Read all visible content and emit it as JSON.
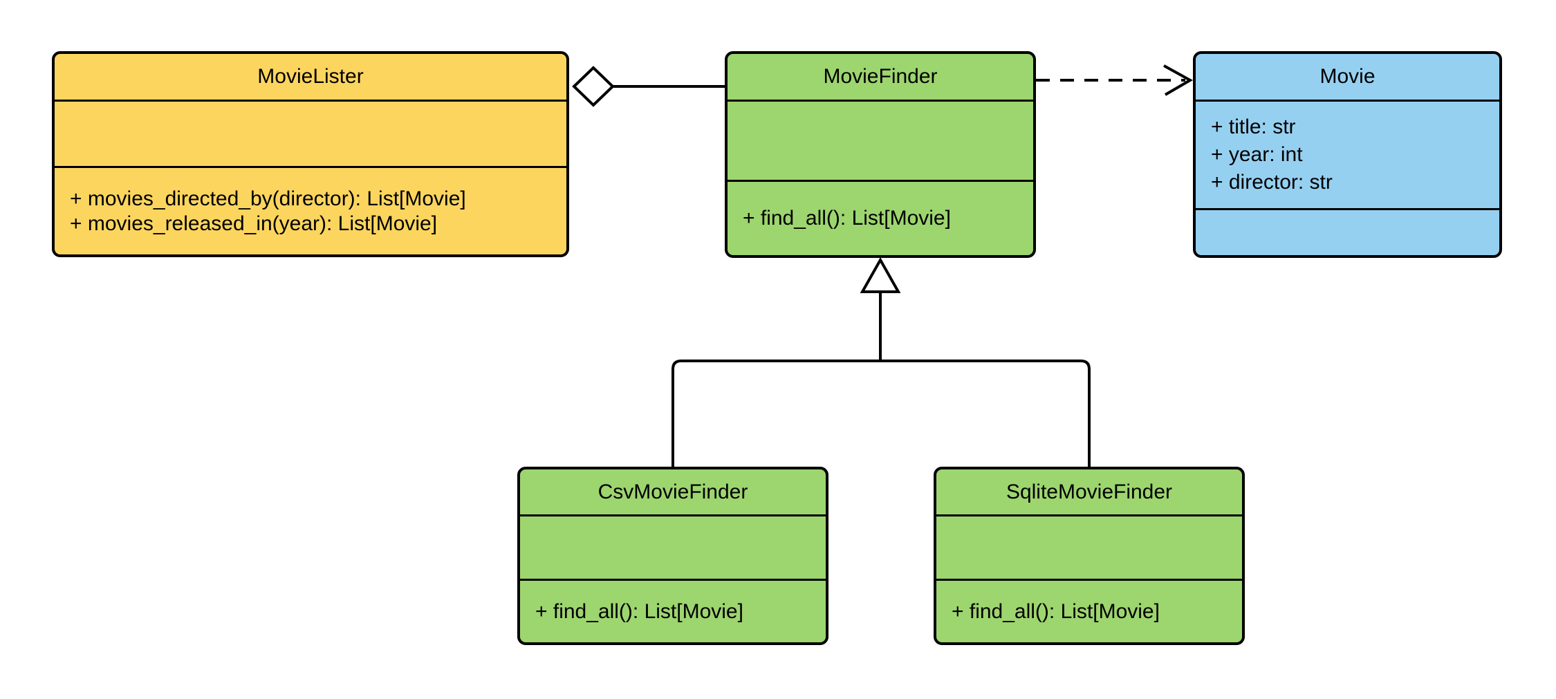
{
  "diagram": {
    "type": "uml-class-diagram",
    "background_color": "#FFFFFF",
    "line_color": "#000000",
    "classes": [
      {
        "id": "movie-lister",
        "name": "MovieLister",
        "color": "#FCD55F",
        "attributes": [],
        "methods": [
          "+ movies_directed_by(director): List[Movie]",
          "+ movies_released_in(year): List[Movie]"
        ]
      },
      {
        "id": "movie-finder",
        "name": "MovieFinder",
        "color": "#9DD56F",
        "attributes": [],
        "methods": [
          "+ find_all(): List[Movie]"
        ]
      },
      {
        "id": "movie",
        "name": "Movie",
        "color": "#96D0F1",
        "attributes": [
          "+ title: str",
          "+ year: int",
          "+ director: str"
        ],
        "methods": []
      },
      {
        "id": "csv-movie-finder",
        "name": "CsvMovieFinder",
        "color": "#9DD56F",
        "attributes": [],
        "methods": [
          "+ find_all(): List[Movie]"
        ]
      },
      {
        "id": "sqlite-movie-finder",
        "name": "SqliteMovieFinder",
        "color": "#9DD56F",
        "attributes": [],
        "methods": [
          "+ find_all(): List[Movie]"
        ]
      }
    ],
    "relationships": [
      {
        "type": "aggregation",
        "from": "MovieLister",
        "to": "MovieFinder",
        "marker": "hollow-diamond",
        "line_style": "solid"
      },
      {
        "type": "dependency",
        "from": "MovieFinder",
        "to": "Movie",
        "marker": "open-arrow",
        "line_style": "dashed"
      },
      {
        "type": "generalization",
        "from": "CsvMovieFinder",
        "to": "MovieFinder",
        "marker": "hollow-triangle",
        "line_style": "solid"
      },
      {
        "type": "generalization",
        "from": "SqliteMovieFinder",
        "to": "MovieFinder",
        "marker": "hollow-triangle",
        "line_style": "solid"
      }
    ]
  }
}
